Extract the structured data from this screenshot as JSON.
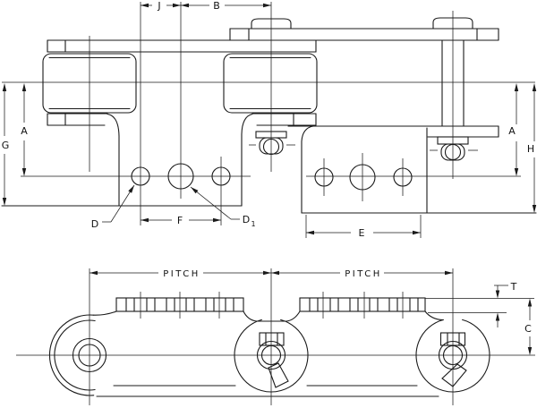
{
  "drawing": {
    "background": "#ffffff",
    "line_color": "#1a1a1a",
    "views": {
      "elevation": {
        "dims": {
          "j": "J",
          "b": "B",
          "a_left": "A",
          "g": "G",
          "a_right": "A",
          "h": "H",
          "d": "D",
          "d1_base": "D",
          "d1_sub": "1",
          "f": "F",
          "e": "E"
        }
      },
      "side": {
        "dims": {
          "pitch_left": "PITCH",
          "pitch_right": "PITCH",
          "t": "T",
          "c": "C"
        }
      }
    }
  }
}
